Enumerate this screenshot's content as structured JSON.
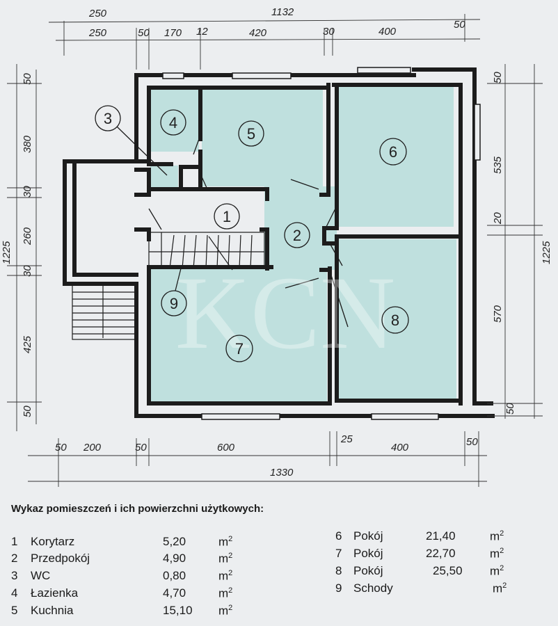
{
  "dimensions": {
    "top_overall_left": "250",
    "top_overall": "1132",
    "top_segments": [
      "250",
      "50",
      "170",
      "12",
      "420",
      "30",
      "400",
      "50"
    ],
    "bottom_segments": [
      "50",
      "200",
      "50",
      "600",
      "25",
      "400",
      "50"
    ],
    "bottom_overall": "1330",
    "left_segments": [
      "50",
      "380",
      "30",
      "260",
      "30",
      "425",
      "50"
    ],
    "left_overall_partial": "1225",
    "right_segments": [
      "50",
      "535",
      "20",
      "570",
      "50"
    ],
    "right_overall": "1225"
  },
  "rooms_on_plan": [
    "1",
    "2",
    "3",
    "4",
    "5",
    "6",
    "7",
    "8",
    "9"
  ],
  "watermark": "KCN",
  "legend": {
    "title": "Wykaz pomieszczeń i ich powierzchni użytkowych:",
    "unit": "m",
    "unit_exp": "2",
    "left": [
      {
        "no": "1",
        "name": "Korytarz",
        "area": "5,20"
      },
      {
        "no": "2",
        "name": "Przedpokój",
        "area": "4,90"
      },
      {
        "no": "3",
        "name": "WC",
        "area": "0,80"
      },
      {
        "no": "4",
        "name": "Łazienka",
        "area": "4,70"
      },
      {
        "no": "5",
        "name": "Kuchnia",
        "area": "15,10"
      }
    ],
    "right": [
      {
        "no": "6",
        "name": "Pokój",
        "area": "21,40"
      },
      {
        "no": "7",
        "name": "Pokój",
        "area": "22,70"
      },
      {
        "no": "8",
        "name": "Pokój",
        "area": "25,50"
      },
      {
        "no": "9",
        "name": "Schody",
        "area": ""
      }
    ]
  },
  "colors": {
    "wall": "#1c1c1c",
    "room_fill": "#bfe0de",
    "paper": "#eceef0",
    "line": "#333333"
  }
}
